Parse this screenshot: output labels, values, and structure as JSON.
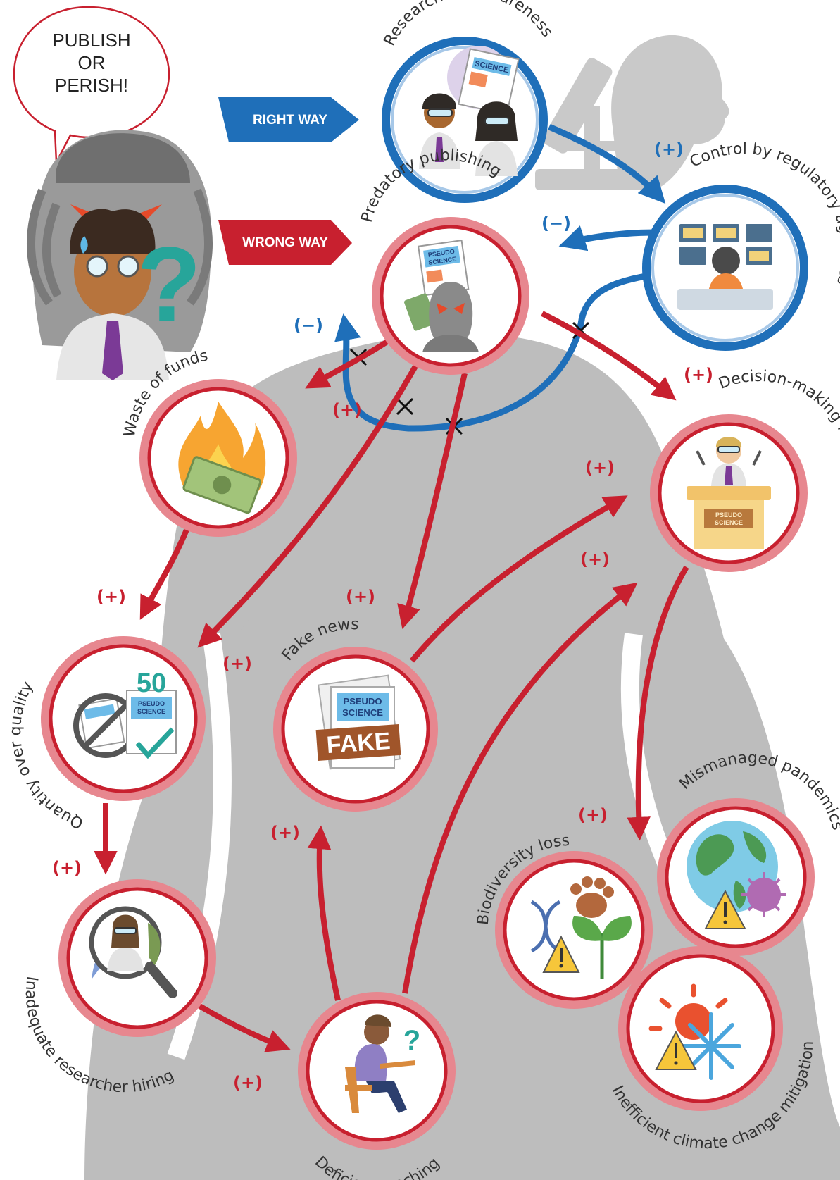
{
  "speech_bubble": {
    "line1": "PUBLISH",
    "line2": "OR",
    "line3": "PERISH!"
  },
  "paths": {
    "right_way": "RIGHT WAY",
    "wrong_way": "WRONG WAY"
  },
  "nodes": {
    "researchers_awareness": "Researchers’ awareness",
    "control_regulatory": "Control by regulatory agencies",
    "predatory_publishing": "Predatory publishing",
    "waste_of_funds": "Waste of funds",
    "decision_mistakes": "Decision-making mistakes",
    "quantity_over_quality": "Quantity over quality",
    "fake_news": "Fake news",
    "inadequate_hiring": "Inadequate researcher hiring",
    "deficient_teaching": "Deficient teaching",
    "biodiversity_loss": "Biodiversity loss",
    "mismanaged_pandemics": "Mismanaged pandemics",
    "climate_mitigation": "Inefficient climate change mitigation"
  },
  "signs": {
    "plus": "(+)",
    "minus": "(−)"
  },
  "icon_text": {
    "science": "SCIENCE",
    "pseudo1": "PSEUDO",
    "pseudo2": "SCIENCE",
    "fake": "FAKE",
    "fifty": "50",
    "question": "?"
  },
  "colors": {
    "red": "#c8202f",
    "blue": "#1f6fb9",
    "ring_pink": "#e7878f",
    "silhouette": "#bdbdbd"
  }
}
